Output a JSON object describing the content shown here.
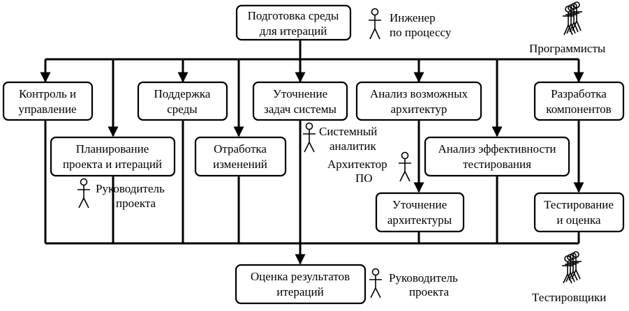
{
  "boxes": {
    "env_prep": [
      "Подготовка среды",
      "для итераций"
    ],
    "control": [
      "Контроль и",
      "управление"
    ],
    "planning": [
      "Планирование",
      "проекта и итераций"
    ],
    "env_support": [
      "Поддержка",
      "среды"
    ],
    "change_processing": [
      "Отработка",
      "изменений"
    ],
    "system_tasks": [
      "Уточнение",
      "задач системы"
    ],
    "arch_analysis": [
      "Анализ возможных",
      "архитектур"
    ],
    "arch_refine": [
      "Уточнение",
      "архитектуры"
    ],
    "test_efficiency": [
      "Анализ эффективности",
      "тестирования"
    ],
    "components_dev": [
      "Разработка",
      "компонентов"
    ],
    "testing_eval": [
      "Тестирование",
      "и оценка"
    ],
    "results_eval": [
      "Оценка результатов",
      "итераций"
    ]
  },
  "roles": {
    "process_engineer": [
      "Инженер",
      "по процессу"
    ],
    "programmers": [
      "Программисты"
    ],
    "system_analyst": [
      "Системный",
      "аналитик"
    ],
    "software_architect": [
      "Архитектор",
      "ПО"
    ],
    "project_manager_mid": [
      "Руководитель",
      "проекта"
    ],
    "project_manager_bottom": [
      "Руководитель",
      "проекта"
    ],
    "testers": [
      "Тестировщики"
    ]
  }
}
